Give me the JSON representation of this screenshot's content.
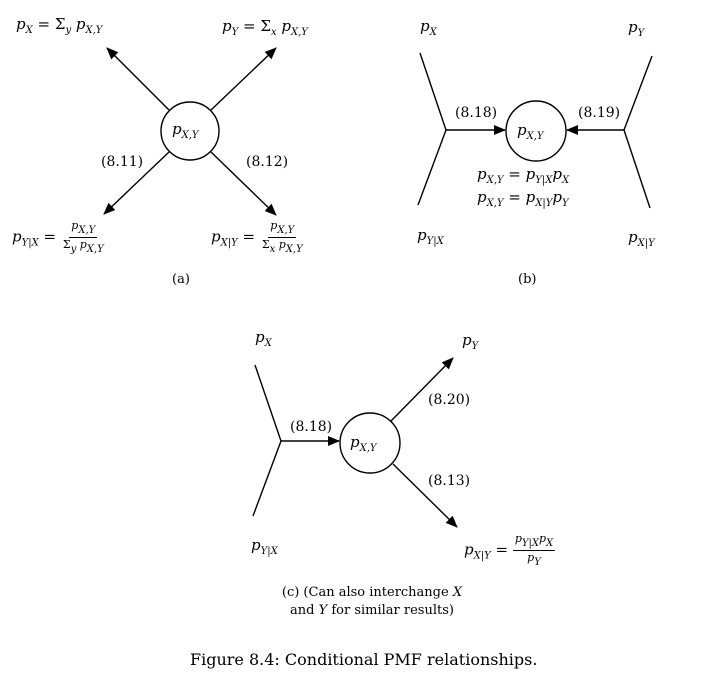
{
  "diagram": {
    "panel_a": {
      "node": "p",
      "node_sub": "X,Y",
      "top_left": {
        "lhs": "p",
        "lhs_sub": "X",
        "rhs": " = Σ",
        "sum_sub": "y",
        "term": "p",
        "term_sub": "X,Y"
      },
      "top_right": {
        "lhs": "p",
        "lhs_sub": "Y",
        "rhs": " = Σ",
        "sum_sub": "x",
        "term": "p",
        "term_sub": "X,Y"
      },
      "bottom_left": {
        "lhs": "p",
        "lhs_sub": "Y|X",
        "eq": " = ",
        "num": "p",
        "num_sub": "X,Y",
        "den": "Σ",
        "den_sub": "y",
        "den_term": "p",
        "den_term_sub": "X,Y"
      },
      "bottom_right": {
        "lhs": "p",
        "lhs_sub": "X|Y",
        "eq": " = ",
        "num": "p",
        "num_sub": "X,Y",
        "den": "Σ",
        "den_sub": "x",
        "den_term": "p",
        "den_term_sub": "X,Y"
      },
      "ref_left": "(8.11)",
      "ref_right": "(8.12)",
      "label": "(a)"
    },
    "panel_b": {
      "node": "p",
      "node_sub": "X,Y",
      "top_left": {
        "p": "p",
        "sub": "X"
      },
      "bottom_left": {
        "p": "p",
        "sub": "Y|X"
      },
      "top_right": {
        "p": "p",
        "sub": "Y"
      },
      "bottom_right": {
        "p": "p",
        "sub": "X|Y"
      },
      "ref_left": "(8.18)",
      "ref_right": "(8.19)",
      "eq1": {
        "lhs": "p",
        "lhs_sub": "X,Y",
        "eq": " = ",
        "a": "p",
        "a_sub": "Y|X",
        "b": "p",
        "b_sub": "X"
      },
      "eq2": {
        "lhs": "p",
        "lhs_sub": "X,Y",
        "eq": " = ",
        "a": "p",
        "a_sub": "X|Y",
        "b": "p",
        "b_sub": "Y"
      },
      "label": "(b)"
    },
    "panel_c": {
      "node": "p",
      "node_sub": "X,Y",
      "top_left": {
        "p": "p",
        "sub": "X"
      },
      "bottom_left": {
        "p": "p",
        "sub": "Y|X"
      },
      "top_right": {
        "p": "p",
        "sub": "Y"
      },
      "bottom_right": {
        "lhs": "p",
        "lhs_sub": "X|Y",
        "eq": " = ",
        "num_a": "p",
        "num_a_sub": "Y|X",
        "num_b": "p",
        "num_b_sub": "X",
        "den": "p",
        "den_sub": "Y"
      },
      "ref_left": "(8.18)",
      "ref_upper": "(8.20)",
      "ref_lower": "(8.13)",
      "label_line1_a": "(c) (Can also interchange ",
      "label_line1_var": "X",
      "label_line2_a": "and ",
      "label_line2_var": "Y",
      "label_line2_b": " for similar results)"
    },
    "caption": "Figure 8.4: Conditional PMF relationships."
  }
}
